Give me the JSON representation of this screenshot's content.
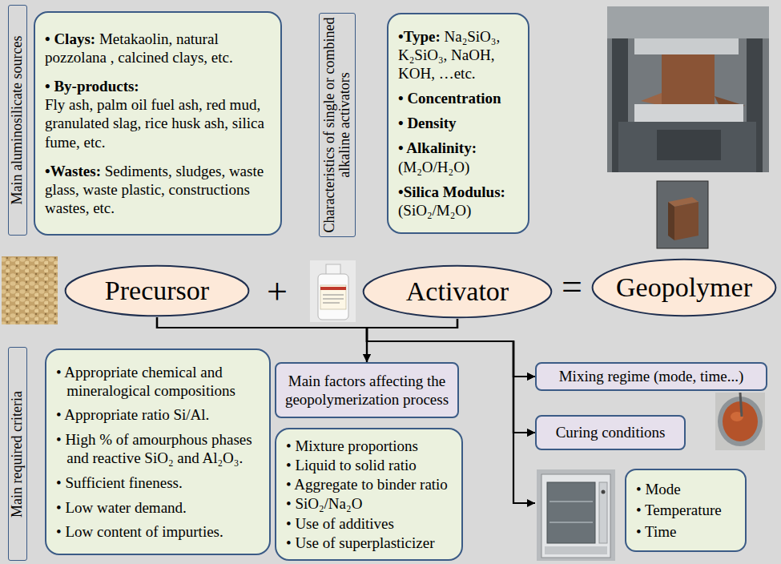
{
  "diagram": {
    "nodes": [
      {
        "text": [
          "Main aluminosilicate sources"
        ]
      },
      {
        "text": [
          "• Clays:",
          "Metakaolin, natural pozzolana , calcined clays, etc.",
          "• By-products:",
          "Fly ash, palm oil fuel ash, red mud, granulated slag, rice husk ash, silica fume, etc.",
          "•Wastes:",
          "Sediments, sludges, waste glass, waste plastic, constructions wastes, etc."
        ]
      },
      {
        "text": [
          "Characteristics of single or combined alkaline activators"
        ]
      },
      {
        "text": [
          "•Type:",
          "Na₂SiO₃, K₂SiO₃, NaOH, KOH, …etc.",
          "• Concentration",
          "• Density",
          "• Alkalinity:",
          "(M₂O/H₂O)",
          "•Silica Modulus:",
          "(SiO₂/M₂O)"
        ]
      },
      {
        "text": [
          "Precursor"
        ]
      },
      {
        "text": [
          "Activator"
        ]
      },
      {
        "text": [
          "Geopolymer"
        ]
      },
      {
        "text": [
          "Main required criteria"
        ]
      },
      {
        "text": [
          "• Appropriate chemical and mineralogical compositions",
          "• Appropriate ratio Si/Al.",
          "• High % of amourphous phases and reactive SiO₂ and Al₂O₃.",
          "• Sufficient fineness.",
          "• Low water demand.",
          "• Low content of impurties."
        ]
      },
      {
        "text": [
          "Main factors affecting the geopolymerization process"
        ]
      },
      {
        "text": [
          "• Mixture proportions",
          "• Liquid to solid ratio",
          "• Aggregate to binder ratio",
          "• SiO₂/Na₂O",
          "• Use of additives",
          "• Use of superplasticizer"
        ]
      },
      {
        "text": [
          "Mixing regime (mode, time...)"
        ]
      },
      {
        "text": [
          "Curing conditions"
        ]
      },
      {
        "text": [
          "• Mode",
          "• Temperature",
          "• Time"
        ]
      }
    ],
    "edges": [
      {
        "from": 4,
        "to": 9,
        "arrow": "to"
      },
      {
        "from": 5,
        "to": 9,
        "arrow": "to"
      },
      {
        "from": 4,
        "to": 11,
        "arrow": "to"
      },
      {
        "from": 5,
        "to": 11,
        "arrow": "to"
      },
      {
        "from": 4,
        "to": 12,
        "arrow": "to"
      },
      {
        "from": 5,
        "to": 12,
        "arrow": "to"
      }
    ],
    "labels": [
      "+",
      "="
    ]
  }
}
